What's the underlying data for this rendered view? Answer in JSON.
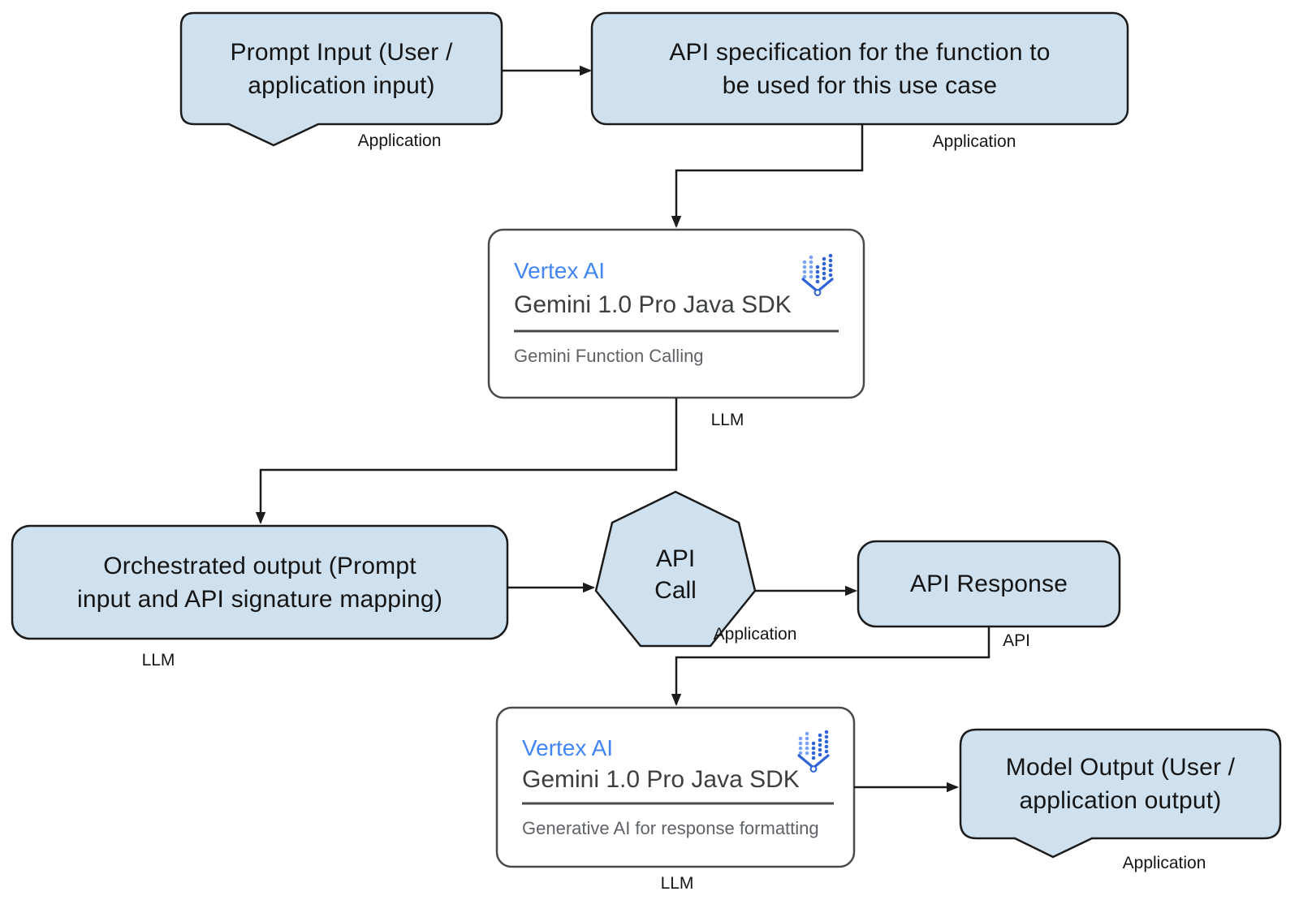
{
  "diagram": {
    "nodes": {
      "prompt_input": {
        "shape": "speech-bubble",
        "lines": [
          "Prompt Input (User /",
          "application input)"
        ],
        "tag": "Application"
      },
      "api_spec": {
        "shape": "rounded-rect",
        "lines": [
          "API specification for the function to",
          "be used for this use case"
        ],
        "tag": "Application"
      },
      "gemini_sdk_function_calling": {
        "shape": "card",
        "product": "Vertex AI",
        "title": "Gemini 1.0 Pro Java SDK",
        "subtitle": "Gemini Function Calling",
        "icon": "vertex-ai-icon",
        "tag": "LLM"
      },
      "orchestrated_output": {
        "shape": "rounded-rect",
        "lines": [
          "Orchestrated output (Prompt",
          "input and API signature mapping)"
        ],
        "tag": "LLM"
      },
      "api_call": {
        "shape": "heptagon",
        "lines": [
          "API",
          "Call"
        ],
        "tag": "Application"
      },
      "api_response": {
        "shape": "rounded-rect",
        "lines": [
          "API Response"
        ],
        "tag": "API"
      },
      "gemini_sdk_response_formatting": {
        "shape": "card",
        "product": "Vertex AI",
        "title": "Gemini 1.0 Pro Java SDK",
        "subtitle": "Generative AI for response formatting",
        "icon": "vertex-ai-icon",
        "tag": "LLM"
      },
      "model_output": {
        "shape": "speech-bubble",
        "lines": [
          "Model Output (User /",
          "application output)"
        ],
        "tag": "Application"
      }
    },
    "edges": [
      {
        "from": "prompt_input",
        "to": "api_spec"
      },
      {
        "from": "api_spec",
        "to": "gemini_sdk_function_calling"
      },
      {
        "from": "gemini_sdk_function_calling",
        "to": "orchestrated_output"
      },
      {
        "from": "orchestrated_output",
        "to": "api_call"
      },
      {
        "from": "api_call",
        "to": "api_response"
      },
      {
        "from": "api_response",
        "to": "gemini_sdk_response_formatting"
      },
      {
        "from": "gemini_sdk_response_formatting",
        "to": "model_output"
      }
    ],
    "colors": {
      "bg": "#ffffff",
      "node_fill": "#cfe0ee",
      "node_stroke": "#1b1b1b",
      "card_fill": "#ffffff",
      "card_stroke": "#4a4a4a",
      "line_color": "#1b1b1b",
      "text": "#141414",
      "vertex_blue": "#4285f4",
      "title_gray": "#3c4043",
      "subtitle_gray": "#5f6368",
      "icon_blue_dark": "#2f63d6",
      "icon_blue_light": "#7aa3f7"
    }
  }
}
